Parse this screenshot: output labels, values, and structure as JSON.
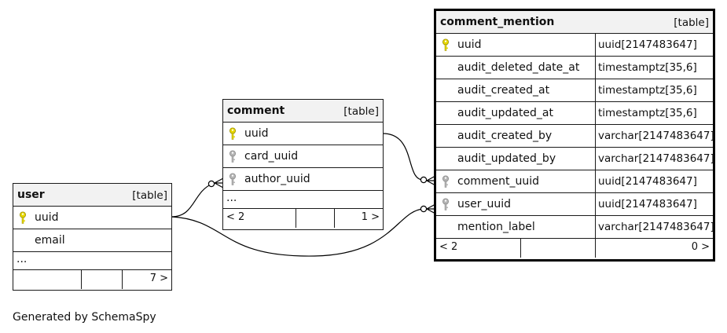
{
  "tables": {
    "user": {
      "name": "user",
      "kind": "[table]",
      "columns": [
        {
          "name": "uuid",
          "key": "primary"
        },
        {
          "name": "email",
          "key": "none"
        }
      ],
      "ellipsis": "...",
      "footer_left": "",
      "footer_right": "7 >"
    },
    "comment": {
      "name": "comment",
      "kind": "[table]",
      "columns": [
        {
          "name": "uuid",
          "key": "primary"
        },
        {
          "name": "card_uuid",
          "key": "foreign"
        },
        {
          "name": "author_uuid",
          "key": "foreign"
        }
      ],
      "ellipsis": "...",
      "footer_left": "< 2",
      "footer_right": "1 >"
    },
    "comment_mention": {
      "name": "comment_mention",
      "kind": "[table]",
      "columns": [
        {
          "name": "uuid",
          "type": "uuid[2147483647]",
          "key": "primary"
        },
        {
          "name": "audit_deleted_date_at",
          "type": "timestamptz[35,6]",
          "key": "none"
        },
        {
          "name": "audit_created_at",
          "type": "timestamptz[35,6]",
          "key": "none"
        },
        {
          "name": "audit_updated_at",
          "type": "timestamptz[35,6]",
          "key": "none"
        },
        {
          "name": "audit_created_by",
          "type": "varchar[2147483647]",
          "key": "none"
        },
        {
          "name": "audit_updated_by",
          "type": "varchar[2147483647]",
          "key": "none"
        },
        {
          "name": "comment_uuid",
          "type": "uuid[2147483647]",
          "key": "foreign"
        },
        {
          "name": "user_uuid",
          "type": "uuid[2147483647]",
          "key": "foreign"
        },
        {
          "name": "mention_label",
          "type": "varchar[2147483647]",
          "key": "none"
        }
      ],
      "footer_left": "< 2",
      "footer_right": "0 >"
    }
  },
  "relationships": [
    {
      "from": "comment.author_uuid",
      "to": "user.uuid"
    },
    {
      "from": "comment_mention.comment_uuid",
      "to": "comment.uuid"
    },
    {
      "from": "comment_mention.user_uuid",
      "to": "user.uuid"
    }
  ],
  "credit": "Generated by SchemaSpy",
  "colors": {
    "primary_key": "#e8d800",
    "foreign_key": "#b5b5b5",
    "header_bg": "#f2f2f2",
    "border": "#1a1a1a"
  }
}
